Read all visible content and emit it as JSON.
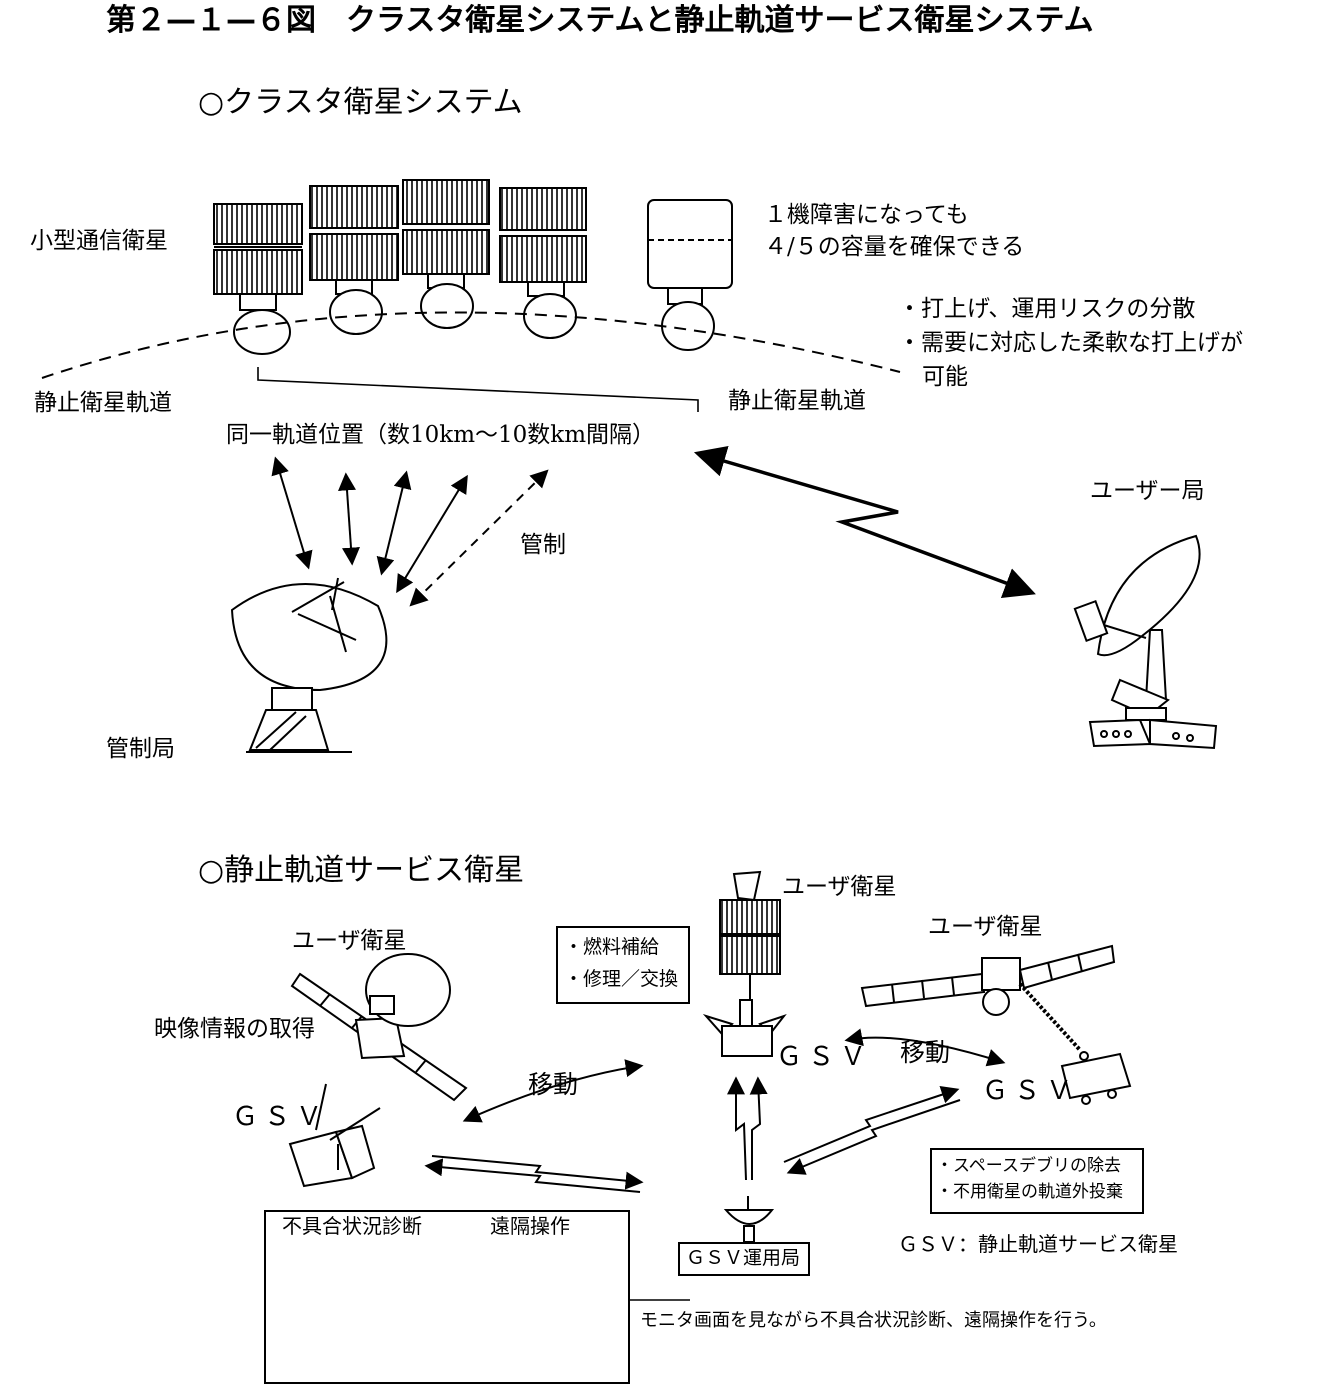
{
  "title": "第２—１—６図　クラスタ衛星システムと静止軌道サービス衛星システム",
  "cluster": {
    "heading": "○クラスタ衛星システム",
    "small_sat_label": "小型通信衛星",
    "redundancy_note": [
      "１機障害になっても",
      "４/５の容量を確保できる"
    ],
    "benefits": [
      "・打上げ、運用リスクの分散",
      "・需要に対応した柔軟な打上げが",
      "可能"
    ],
    "orbit_left": "静止衛星軌道",
    "orbit_right": "静止衛星軌道",
    "same_position": "同一軌道位置（数10km～10数km間隔）",
    "control_label": "管制",
    "control_station": "管制局",
    "user_station": "ユーザー局"
  },
  "gsv": {
    "heading": "○静止軌道サービス衛星",
    "user_sat_left": "ユーザ衛星",
    "user_sat_center": "ユーザ衛星",
    "user_sat_right": "ユーザ衛星",
    "image_acquire": "映像情報の取得",
    "services_center": [
      "・燃料補給",
      "・修理／交換"
    ],
    "move_left": "移動",
    "move_right": "移動",
    "gsv_label_left": "ＧＳＶ",
    "gsv_label_center": "ＧＳＶ",
    "gsv_label_right": "ＧＳＶ",
    "services_right": [
      "・スペースデブリの除去",
      "・不用衛星の軌道外投棄"
    ],
    "legend": "ＧＳＶ：静止軌道サービス衛星",
    "ops_station": "ＧＳＶ運用局",
    "diagnosis": "不具合状況診断",
    "remote_op": "遠隔操作",
    "monitor_note": "モニタ画面を見ながら不具合状況診断、遠隔操作を行う。"
  }
}
